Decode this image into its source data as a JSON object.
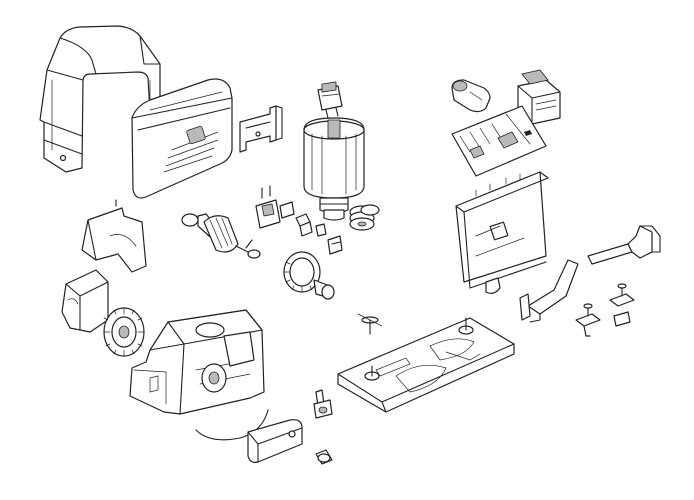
{
  "diagram": {
    "type": "exploded-parts-view",
    "colors": {
      "line": "#222222",
      "fill": "#ffffff",
      "shade": "#b9b9b9",
      "background": "#ffffff"
    },
    "parts": [
      {
        "id": "cover",
        "icon": "cover-icon"
      },
      {
        "id": "front-cover",
        "icon": "front-cover-icon"
      },
      {
        "id": "cover-bracket",
        "icon": "bracket-icon"
      },
      {
        "id": "capacitor",
        "icon": "capacitor-icon"
      },
      {
        "id": "transformer",
        "icon": "transformer-icon"
      },
      {
        "id": "control-board",
        "icon": "circuit-board-icon"
      },
      {
        "id": "board-mounting-plate",
        "icon": "plate-icon"
      },
      {
        "id": "motor",
        "icon": "motor-icon"
      },
      {
        "id": "motor-pinion",
        "icon": "plug-icon"
      },
      {
        "id": "screw-gear-shaft",
        "icon": "worm-gear-icon"
      },
      {
        "id": "limit-switch",
        "icon": "switch-icon"
      },
      {
        "id": "terminal-blocks",
        "icon": "terminal-icon"
      },
      {
        "id": "washers",
        "icon": "washer-icon"
      },
      {
        "id": "helical-gear",
        "icon": "gear-icon"
      },
      {
        "id": "cable-guard",
        "icon": "guard-icon"
      },
      {
        "id": "pinion-cover",
        "icon": "pinion-cover-icon"
      },
      {
        "id": "drive-pinion",
        "icon": "sprocket-icon"
      },
      {
        "id": "gearbox-housing",
        "icon": "housing-icon"
      },
      {
        "id": "release-lock",
        "icon": "lock-icon"
      },
      {
        "id": "release-door",
        "icon": "door-icon"
      },
      {
        "id": "release-key",
        "icon": "key-icon"
      },
      {
        "id": "base-plate",
        "icon": "base-plate-icon"
      },
      {
        "id": "fixing-screw",
        "icon": "screw-icon"
      },
      {
        "id": "limit-bracket",
        "icon": "limit-bracket-icon"
      },
      {
        "id": "cams",
        "icon": "cam-icon"
      },
      {
        "id": "anchor-bolts",
        "icon": "bolt-icon"
      }
    ]
  }
}
